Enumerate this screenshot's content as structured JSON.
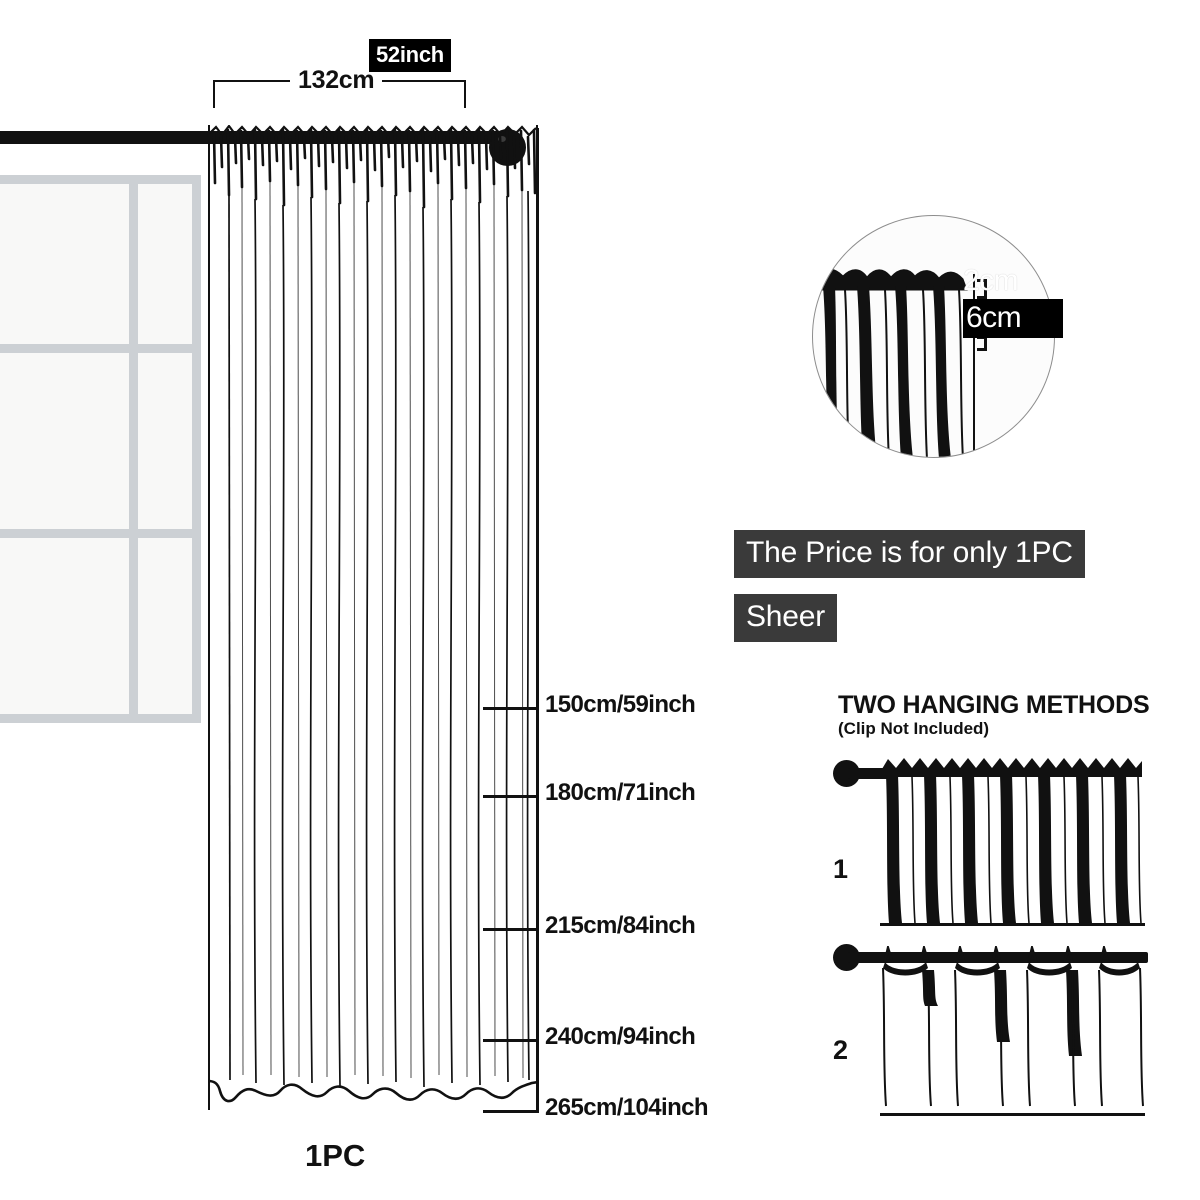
{
  "product": {
    "piece_note_bottom": "1PC"
  },
  "width_dimension": {
    "cm_label": "132cm",
    "inch_badge": "52inch"
  },
  "height_ticks": [
    {
      "label": "150cm/59inch",
      "cm": 150,
      "inch": 59
    },
    {
      "label": "180cm/71inch",
      "cm": 180,
      "inch": 71
    },
    {
      "label": "215cm/84inch",
      "cm": 215,
      "inch": 84
    },
    {
      "label": "240cm/94inch",
      "cm": 240,
      "inch": 94
    },
    {
      "label": "265cm/104inch",
      "cm": 265,
      "inch": 104
    }
  ],
  "zoom_detail": {
    "top_label": "2cm",
    "bottom_label": "6cm"
  },
  "banners": {
    "price": "The Price is for only 1PC",
    "type": "Sheer"
  },
  "hanging_methods": {
    "title": "TWO HANGING METHODS",
    "subtitle": "(Clip Not Included)",
    "methods": [
      {
        "number": "1",
        "name": "rod-pocket"
      },
      {
        "number": "2",
        "name": "clip-rings"
      }
    ]
  },
  "colors": {
    "ink": "#111111",
    "banner_bg": "#3a3a3a",
    "badge_bg": "#000000",
    "window_frame": "#ccd0d4",
    "window_pane": "#f8f8f7",
    "page_bg": "#ffffff"
  }
}
